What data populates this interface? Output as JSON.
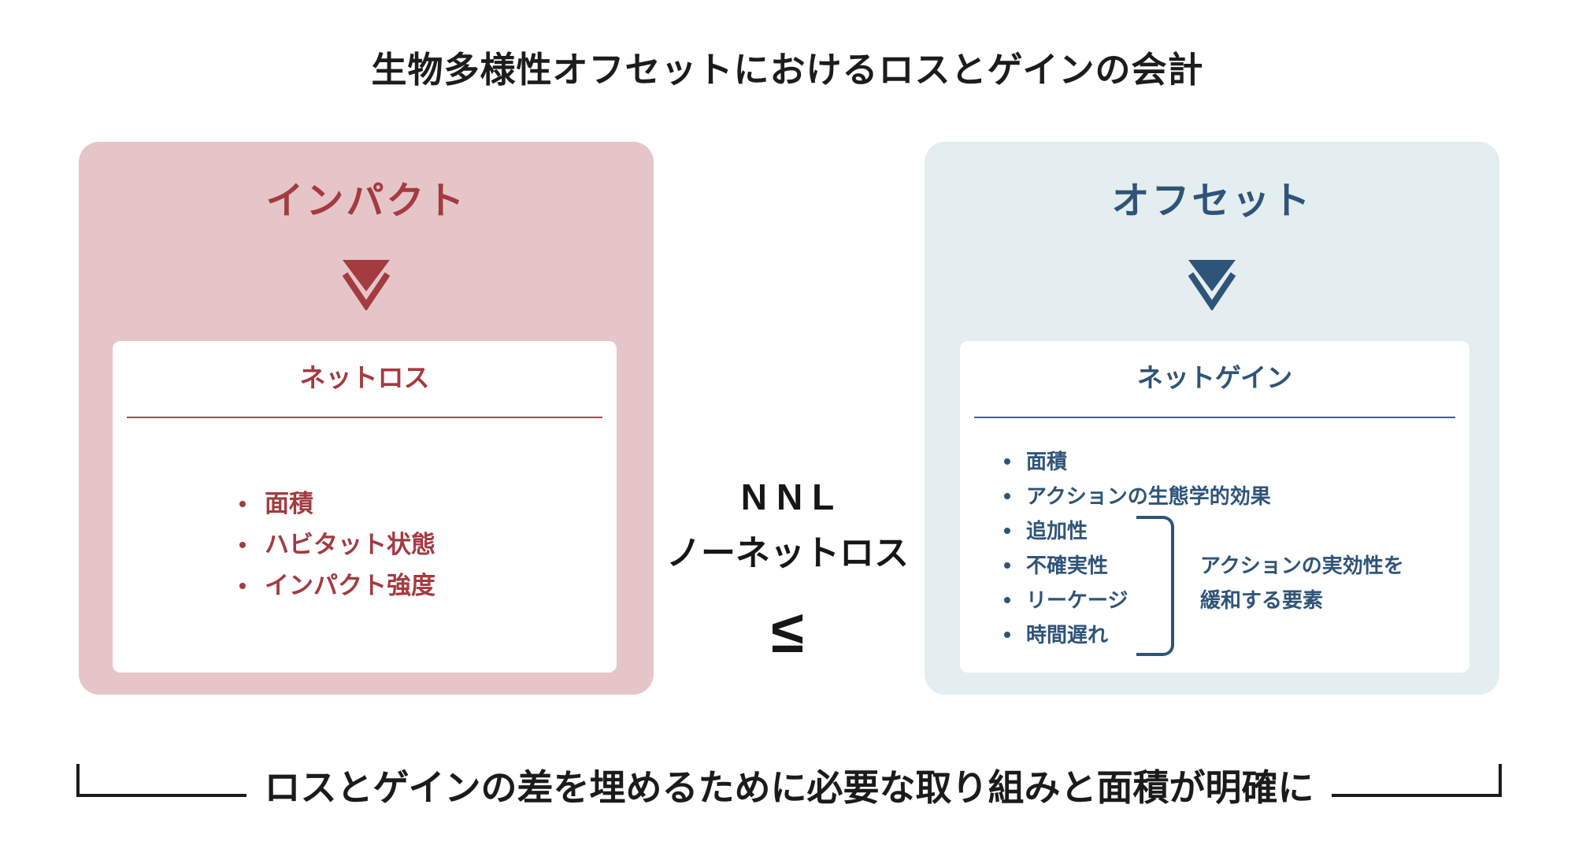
{
  "title": "生物多様性オフセットにおけるロスとゲインの会計",
  "colors": {
    "impact_accent": "#a33b41",
    "impact_bg": "#e6c5c8",
    "offset_accent": "#2f5479",
    "offset_bg": "#e4eef0",
    "text": "#1c1c1c"
  },
  "impact_panel": {
    "title": "インパクト",
    "card": {
      "title": "ネットロス",
      "items": [
        "面積",
        "ハビタット状態",
        "インパクト強度"
      ]
    }
  },
  "offset_panel": {
    "title": "オフセット",
    "card": {
      "title": "ネットゲイン",
      "items": [
        "面積",
        "アクションの生態学的効果",
        "追加性",
        "不確実性",
        "リーケージ",
        "時間遅れ"
      ],
      "bracket_label": [
        "アクションの実効性を",
        "緩和する要素"
      ]
    }
  },
  "center": {
    "abbr": "NNL",
    "label": "ノーネットロス",
    "operator": "≤"
  },
  "footer": {
    "text": "ロスとゲインの差を埋めるために必要な取り組みと面積が明確に"
  }
}
